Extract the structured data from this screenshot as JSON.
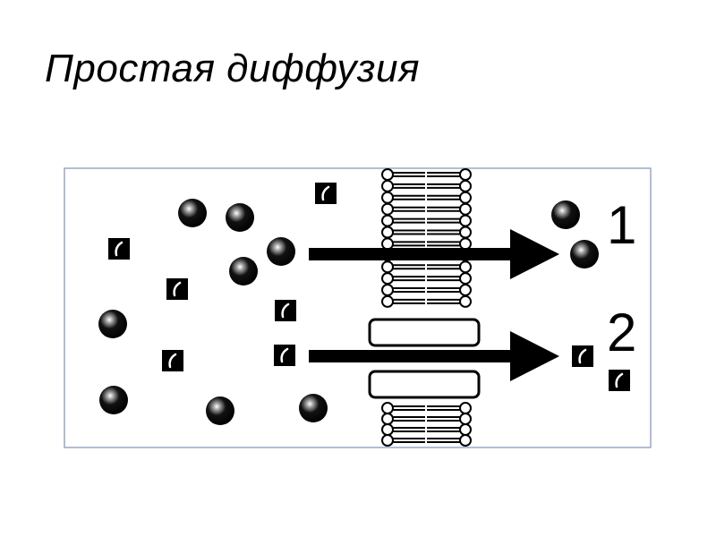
{
  "title": "Простая диффузия",
  "labels": {
    "route_1": "1",
    "route_2": "2"
  },
  "icons": {
    "molecule_round": "sphere-molecule-icon",
    "molecule_square": "square-molecule-icon",
    "membrane": "lipid-bilayer-icon",
    "channel": "membrane-channel-icon",
    "arrow": "arrow-right-icon"
  },
  "colors": {
    "frame_border": "#9aa7c4",
    "ink": "#000000",
    "background": "#ffffff"
  }
}
